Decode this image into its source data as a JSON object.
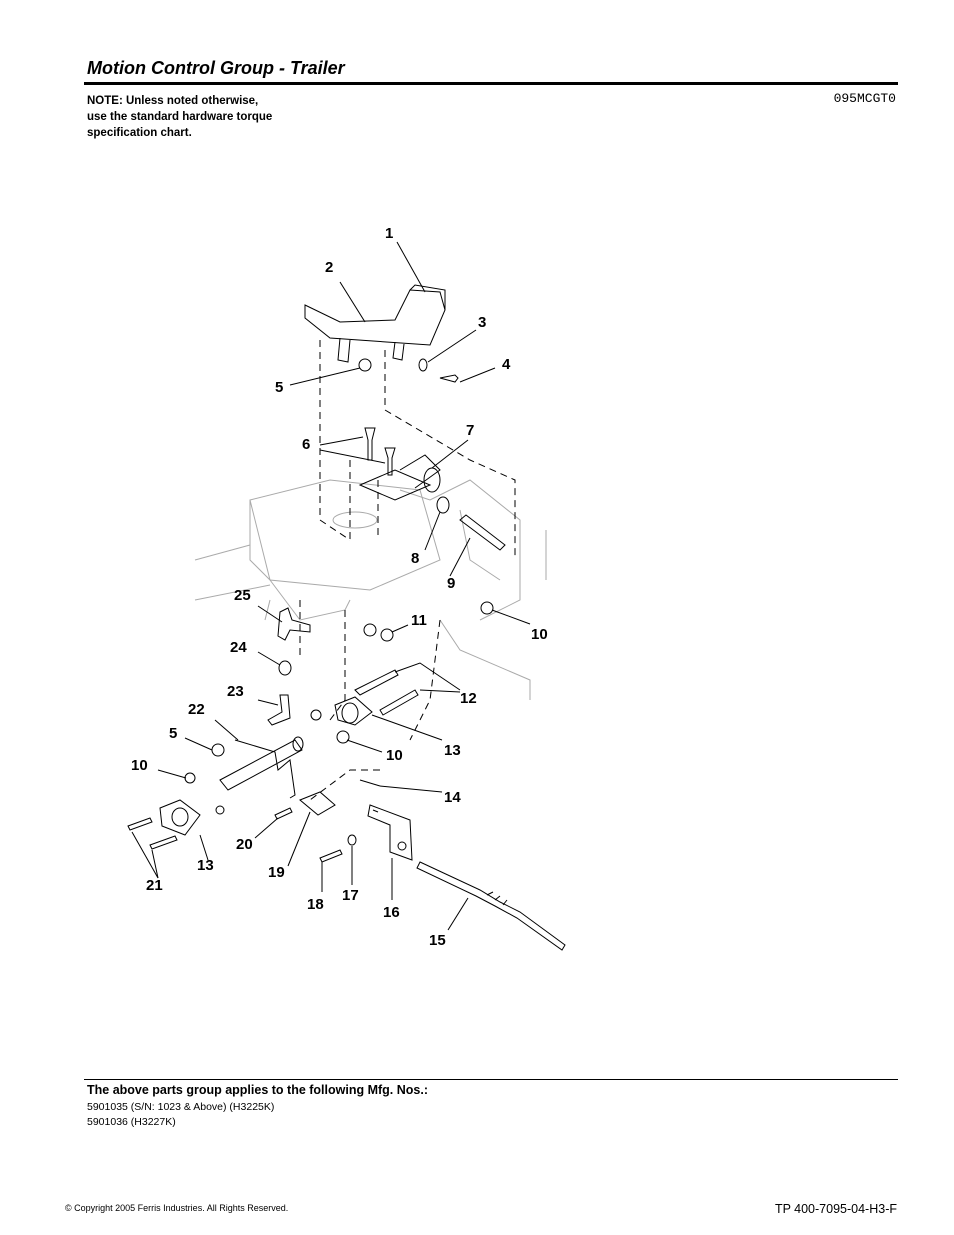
{
  "header": {
    "title": "Motion Control Group - Trailer",
    "code": "095MCGT0"
  },
  "note": {
    "line1": "NOTE: Unless noted otherwise,",
    "line2": "use the standard hardware torque",
    "line3": "specification chart."
  },
  "callouts": {
    "c1": "1",
    "c2": "2",
    "c3": "3",
    "c4": "4",
    "c5": "5",
    "c6": "6",
    "c7": "7",
    "c8": "8",
    "c9": "9",
    "c10": "10",
    "c11": "11",
    "c12": "12",
    "c13": "13",
    "c14": "14",
    "c15": "15",
    "c16": "16",
    "c17": "17",
    "c18": "18",
    "c19": "19",
    "c20": "20",
    "c21": "21",
    "c22": "22",
    "c23": "23",
    "c24": "24",
    "c25": "25",
    "c5b": "5",
    "c10b": "10",
    "c10c": "10",
    "c13b": "13"
  },
  "footer": {
    "applies": "The above parts group applies to the following Mfg. Nos.:",
    "mfg1": "5901035 (S/N: 1023 & Above) (H3225K)",
    "mfg2": "5901036 (H3227K)",
    "copyright": "© Copyright  2005 Ferris Industries. All Rights Reserved.",
    "doc_number": "TP 400-7095-04-H3-F"
  }
}
